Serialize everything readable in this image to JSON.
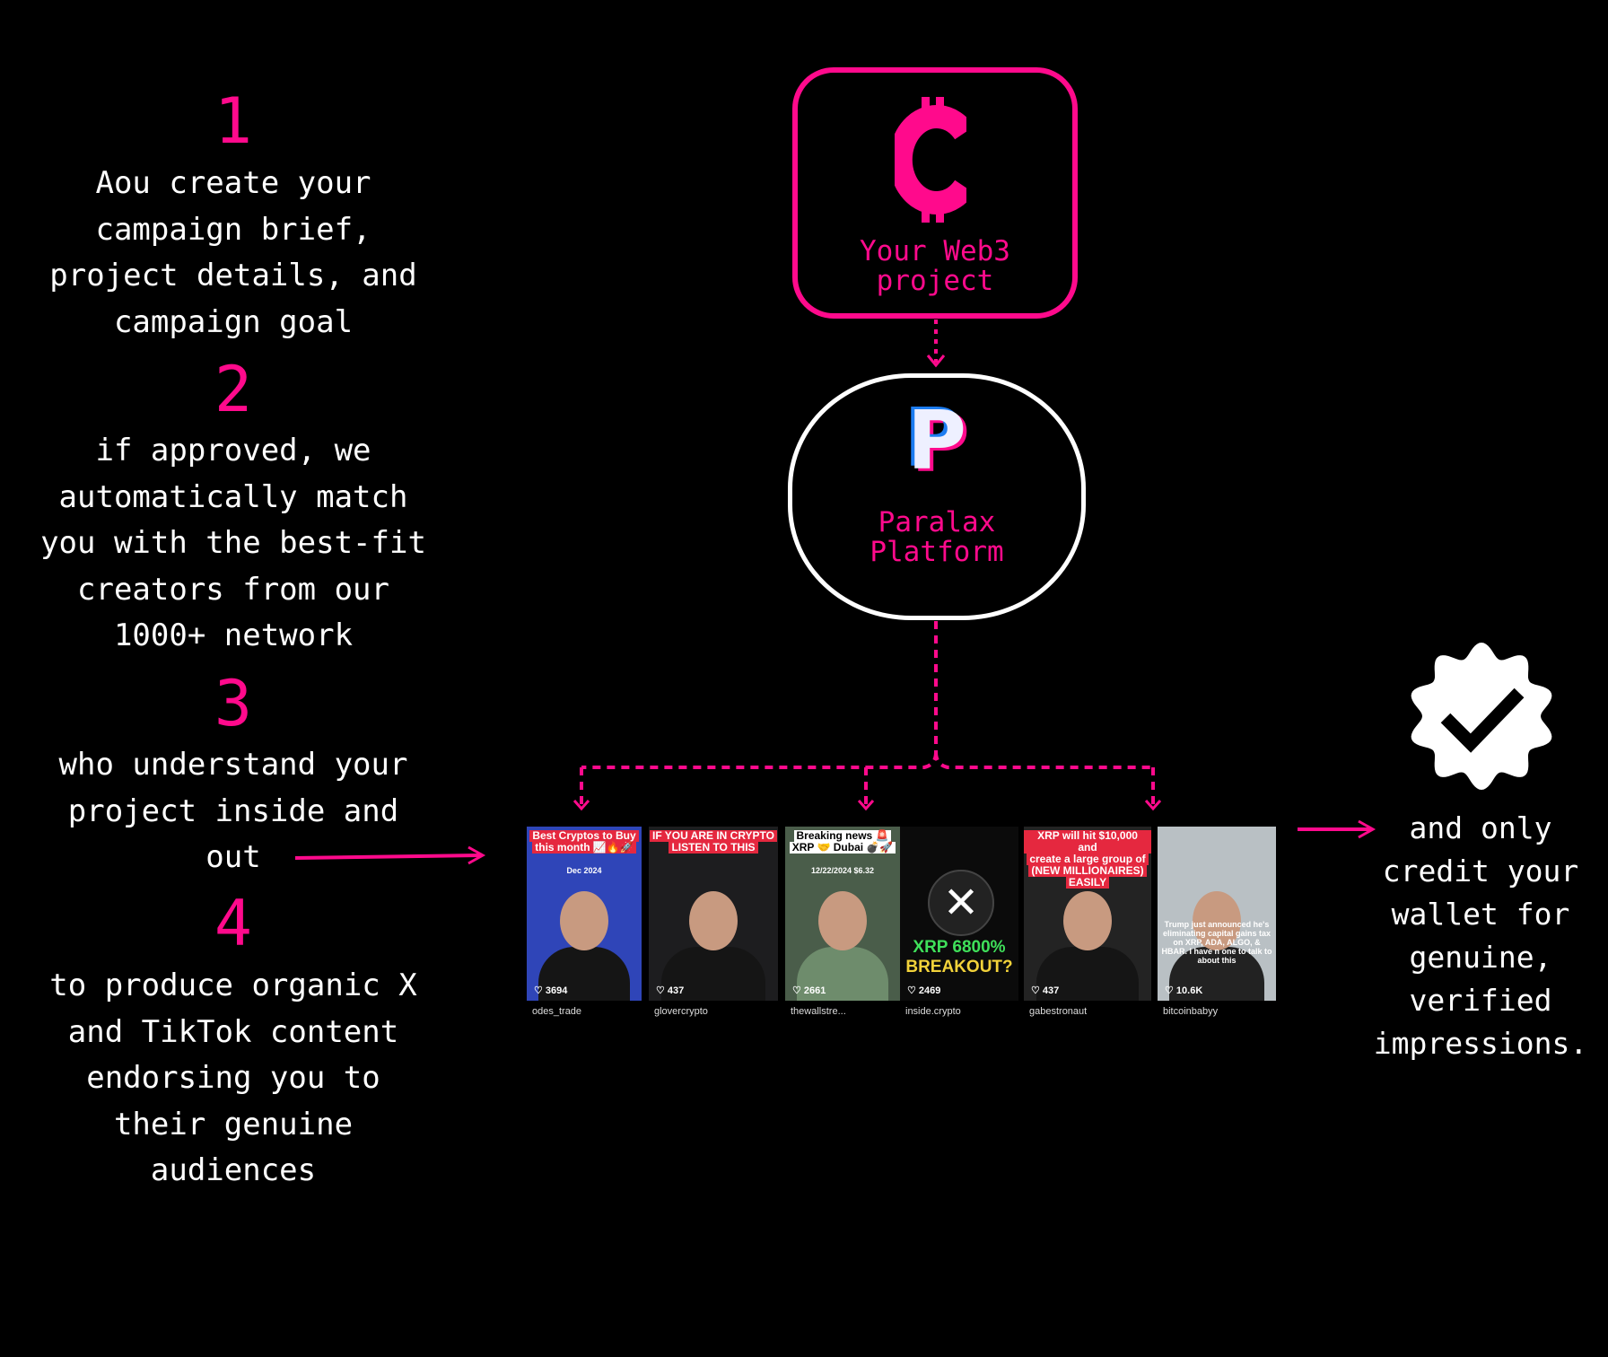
{
  "accent_color": "#ff0a8c",
  "steps": [
    {
      "number": "1",
      "lines": [
        "Aou create your",
        "campaign brief,",
        "project details, and",
        "campaign goal"
      ]
    },
    {
      "number": "2",
      "lines": [
        "if approved, we",
        "automatically match",
        "you with the best-fit",
        "creators from our",
        "1000+ network"
      ]
    },
    {
      "number": "3",
      "lines": [
        "who understand your",
        "project inside and",
        "out"
      ]
    },
    {
      "number": "4",
      "lines": [
        "to produce organic X",
        "and TikTok content",
        "endorsing you to",
        "their genuine",
        "audiences"
      ]
    }
  ],
  "project_box": {
    "icon": "cent-icon",
    "line1": "Your Web3",
    "line2": "project"
  },
  "platform_box": {
    "logo": "P",
    "line1": "Paralax",
    "line2": "Platform"
  },
  "thumbnails": [
    {
      "caption": [
        "Best Cryptos to Buy",
        "this month 📈🔥🚀"
      ],
      "sub": "Dec 2024",
      "likes": "3694",
      "username": "odes_trade",
      "bg": "#2f45b8"
    },
    {
      "caption": [
        "IF YOU ARE IN CRYPTO",
        "LISTEN TO THIS"
      ],
      "sub": "",
      "likes": "437",
      "username": "glovercrypto",
      "bg": "#1d1d1f"
    },
    {
      "caption": [
        "Breaking news 🚨",
        "XRP 🤝 Dubai 💣🚀"
      ],
      "sub": "12/22/2024   $6.32",
      "likes": "2661",
      "username": "thewallstre...",
      "bg": "#4a5d4a"
    },
    {
      "caption": [],
      "sub": "",
      "likes": "2469",
      "username": "inside.crypto",
      "bg": "#0b0b0b",
      "headline1": "XRP 6800%",
      "headline2": "BREAKOUT?"
    },
    {
      "caption": [
        "XRP will hit $10,000 and",
        "create a large group of",
        "(NEW MILLIONAIRES)",
        "EASILY"
      ],
      "sub": "",
      "likes": "437",
      "username": "gabestronaut",
      "bg": "#232323"
    },
    {
      "caption": [],
      "sub": "Trump just announced he's eliminating capital gains tax on XRP, ADA, ALGO, & HBAR. I have n one to talk to about this",
      "likes": "10.6K",
      "username": "bitcoinbabyy",
      "bg": "#b9c0c4"
    }
  ],
  "result_text": [
    "and only",
    "credit your",
    "wallet for",
    "genuine,",
    "verified",
    "impressions."
  ]
}
